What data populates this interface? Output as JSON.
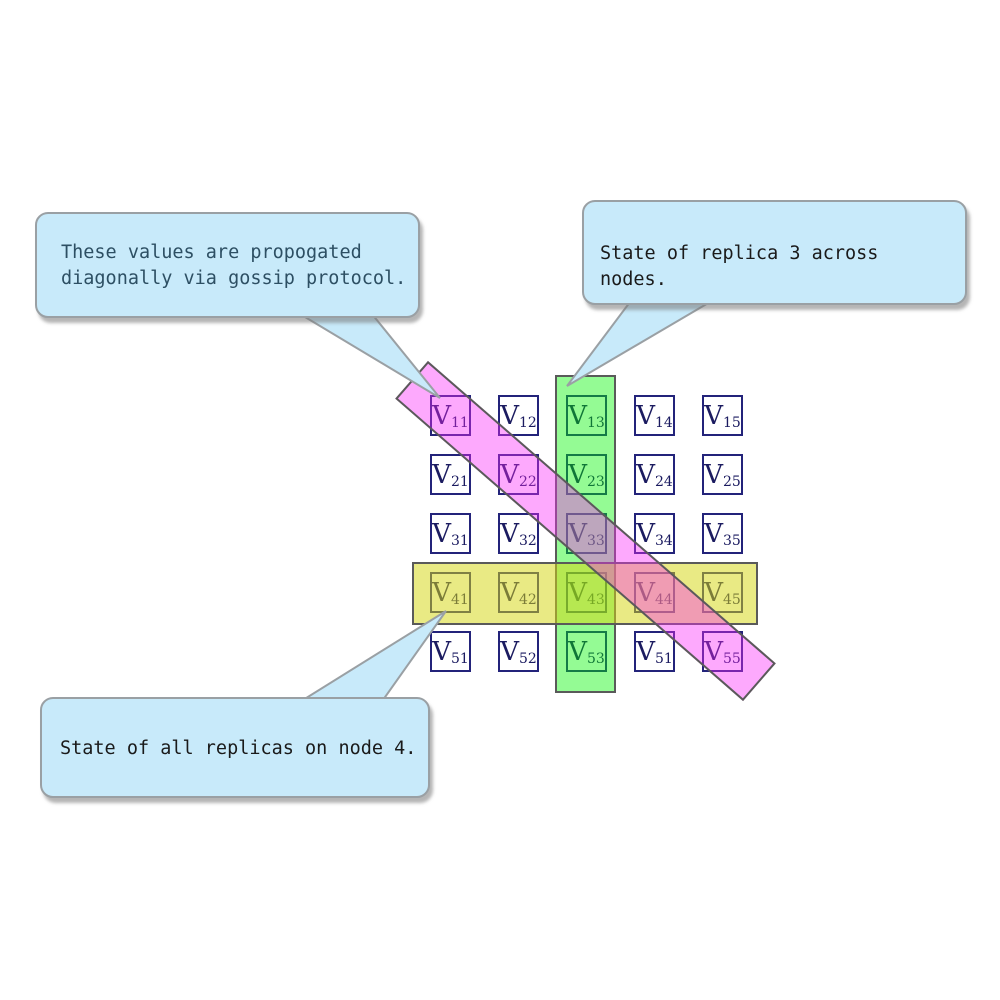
{
  "colors": {
    "band-magenta": "rgba(250,40,250,0.40)",
    "band-green": "rgba(0,245,0,0.42)",
    "band-yellow": "rgba(212,214,20,0.52)",
    "band-border": "#5a5a5a",
    "box-border": "#23237a",
    "box-text": "#1b1b60",
    "callout-fill": "#c8eafa",
    "callout-border": "#9aa0a4",
    "callout-text-teal": "#2d4f63",
    "callout-text-dark": "#1a1a1a",
    "tail-fill": "#c8eafa",
    "tail-stroke": "#9aa0a4"
  },
  "grid": {
    "cells": [
      {
        "main": "V",
        "sub": "11"
      },
      {
        "main": "V",
        "sub": "12"
      },
      {
        "main": "V",
        "sub": "13"
      },
      {
        "main": "V",
        "sub": "14"
      },
      {
        "main": "V",
        "sub": "15"
      },
      {
        "main": "V",
        "sub": "21"
      },
      {
        "main": "V",
        "sub": "22"
      },
      {
        "main": "V",
        "sub": "23"
      },
      {
        "main": "V",
        "sub": "24"
      },
      {
        "main": "V",
        "sub": "25"
      },
      {
        "main": "V",
        "sub": "31"
      },
      {
        "main": "V",
        "sub": "32"
      },
      {
        "main": "V",
        "sub": "33"
      },
      {
        "main": "V",
        "sub": "34"
      },
      {
        "main": "V",
        "sub": "35"
      },
      {
        "main": "V",
        "sub": "41"
      },
      {
        "main": "V",
        "sub": "42"
      },
      {
        "main": "V",
        "sub": "43"
      },
      {
        "main": "V",
        "sub": "44"
      },
      {
        "main": "V",
        "sub": "45"
      },
      {
        "main": "V",
        "sub": "51"
      },
      {
        "main": "V",
        "sub": "52"
      },
      {
        "main": "V",
        "sub": "53"
      },
      {
        "main": "V",
        "sub": "51"
      },
      {
        "main": "V",
        "sub": "55"
      }
    ]
  },
  "callouts": {
    "gossip": {
      "line1": "These values are propogated",
      "line2": "diagonally via gossip protocol."
    },
    "replica": {
      "text": "State of replica 3 across nodes."
    },
    "node": {
      "text": "State of all replicas on node 4."
    }
  }
}
